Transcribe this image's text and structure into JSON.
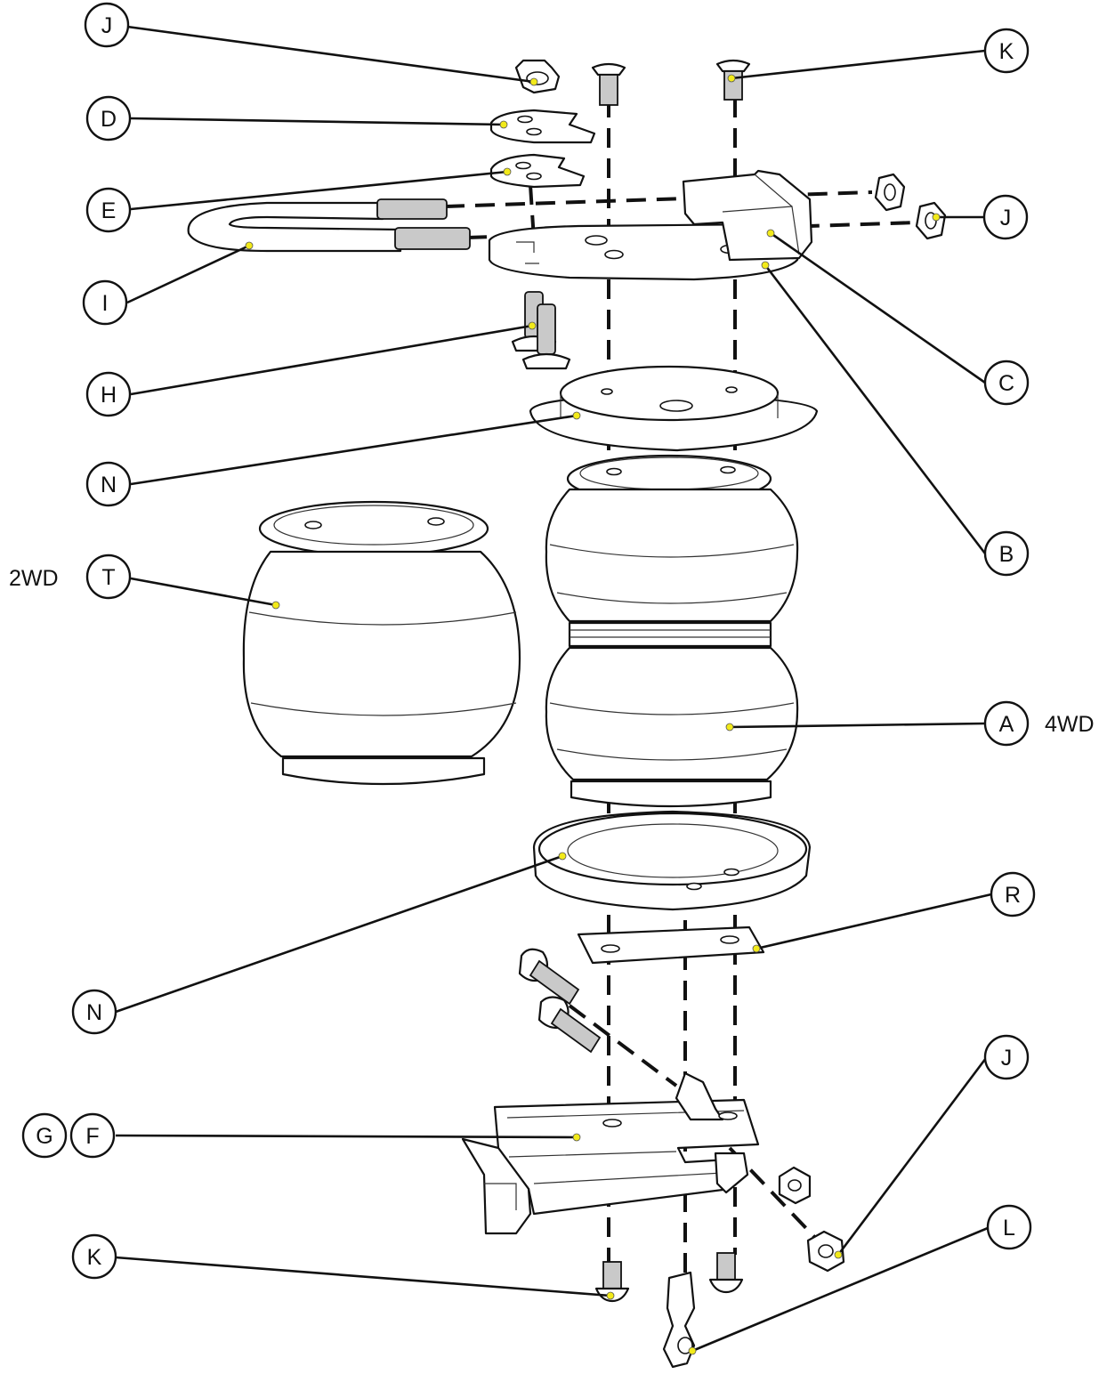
{
  "callouts": {
    "j_top": "J",
    "k_top": "K",
    "d": "D",
    "e": "E",
    "j_right": "J",
    "i": "I",
    "h": "H",
    "c": "C",
    "n_top": "N",
    "b": "B",
    "t": "T",
    "a": "A",
    "r": "R",
    "n_bottom": "N",
    "j_bottom": "J",
    "g": "G",
    "f": "F",
    "l": "L",
    "k_bottom": "K"
  },
  "side_labels": {
    "t_variant": "2WD",
    "a_variant": "4WD"
  },
  "colors": {
    "leader_dot": "#f2ea1a",
    "line": "#111111"
  }
}
